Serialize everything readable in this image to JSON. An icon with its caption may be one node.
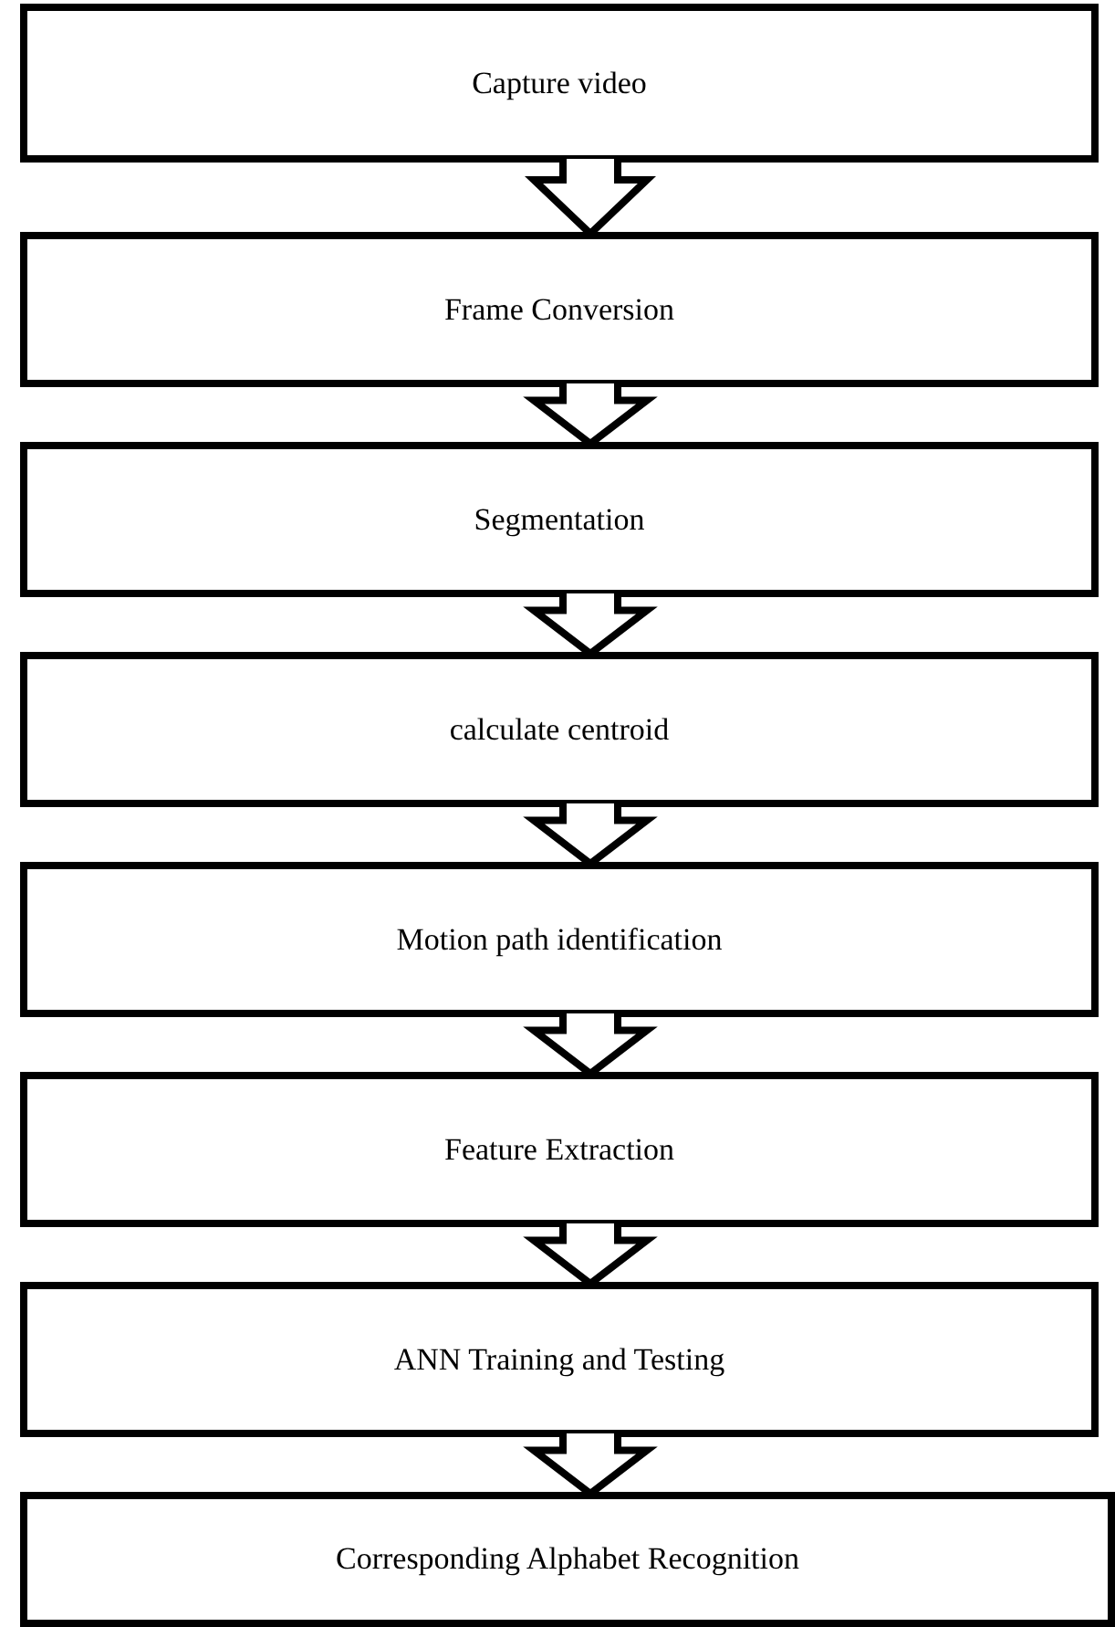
{
  "diagram": {
    "nodes": [
      {
        "text": [
          "Capture video"
        ]
      },
      {
        "text": [
          "Frame Conversion"
        ]
      },
      {
        "text": [
          "Segmentation"
        ]
      },
      {
        "text": [
          "calculate centroid"
        ]
      },
      {
        "text": [
          "Motion path identification"
        ]
      },
      {
        "text": [
          "Feature Extraction"
        ]
      },
      {
        "text": [
          "ANN Training and Testing"
        ]
      },
      {
        "text": [
          "Corresponding Alphabet Recognition"
        ]
      }
    ],
    "edges": [
      {
        "from": 0,
        "to": 1,
        "arrow": "to"
      },
      {
        "from": 1,
        "to": 2,
        "arrow": "to"
      },
      {
        "from": 2,
        "to": 3,
        "arrow": "to"
      },
      {
        "from": 3,
        "to": 4,
        "arrow": "to"
      },
      {
        "from": 4,
        "to": 5,
        "arrow": "to"
      },
      {
        "from": 5,
        "to": 6,
        "arrow": "to"
      },
      {
        "from": 6,
        "to": 7,
        "arrow": "to"
      }
    ]
  }
}
